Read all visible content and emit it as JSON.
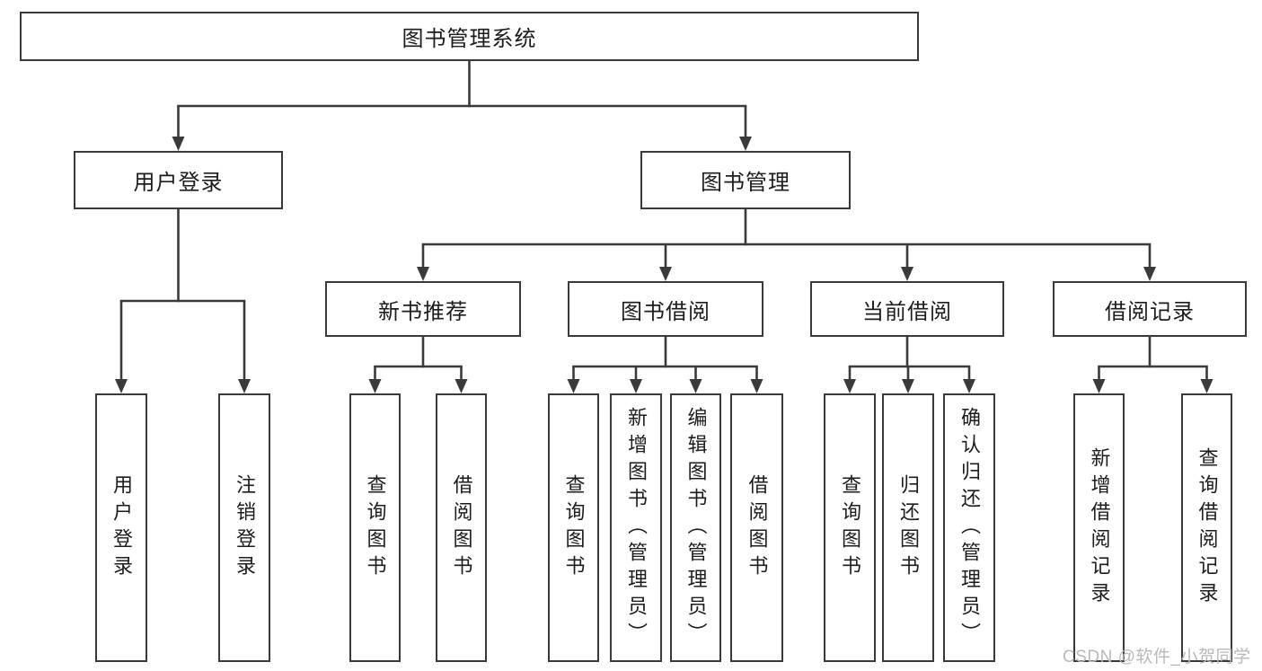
{
  "tree": {
    "root": {
      "label": "图书管理系统"
    },
    "branches": [
      {
        "label": "用户登录",
        "children": [
          {
            "label": "用户登录"
          },
          {
            "label": "注销登录"
          }
        ]
      },
      {
        "label": "图书管理",
        "children": [
          {
            "label": "新书推荐",
            "children": [
              {
                "label": "查询图书"
              },
              {
                "label": "借阅图书"
              }
            ]
          },
          {
            "label": "图书借阅",
            "children": [
              {
                "label": "查询图书"
              },
              {
                "label": "新增图书（管理员）"
              },
              {
                "label": "编辑图书（管理员）"
              },
              {
                "label": "借阅图书"
              }
            ]
          },
          {
            "label": "当前借阅",
            "children": [
              {
                "label": "查询图书"
              },
              {
                "label": "归还图书"
              },
              {
                "label": "确认归还（管理员）"
              }
            ]
          },
          {
            "label": "借阅记录",
            "children": [
              {
                "label": "新增借阅记录"
              },
              {
                "label": "查询借阅记录"
              }
            ]
          }
        ]
      }
    ]
  },
  "watermark": {
    "text": "CSDN @软件_小贺同学"
  },
  "colors": {
    "line": "#3a3a3a",
    "box_border": "#3a3a3a",
    "text": "#1c1c1c",
    "watermark": "#b9b9b9",
    "background": "#ffffff"
  }
}
